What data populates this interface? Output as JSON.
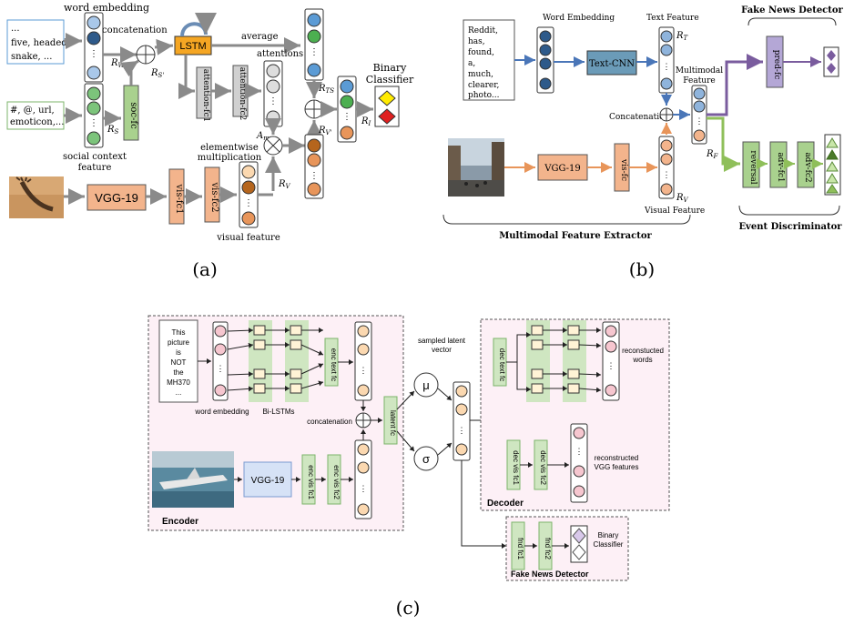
{
  "panel_a": {
    "caption": "(a)",
    "word_embedding_label": "word embedding",
    "input_words": [
      "...",
      "five, headed,",
      "snake, ..."
    ],
    "concatenation_label": "concatenation",
    "lstm_label": "LSTM",
    "average_label": "average",
    "attentions_label": "attentions",
    "attention_fc1": "attention-fc1",
    "attention_fc2": "attention-fc2",
    "social_input": [
      "#, @, url,",
      "emoticon,..."
    ],
    "soc_fc": "soc-fc",
    "social_context_label": [
      "social context",
      "feature"
    ],
    "r_w": "R_W",
    "r_s": "R_S",
    "r_sprime": "R_S'",
    "r_ts": "R_TS",
    "r_vprime": "R_V'",
    "r_i": "R_I",
    "r_v": "R_V",
    "a_m": "A_m",
    "elementwise_label": [
      "elementwise",
      "multiplication"
    ],
    "binary_classifier": [
      "Binary",
      "Classifier"
    ],
    "vgg": "VGG-19",
    "vis_fc1": "vis-fc1",
    "vis_fc2": "vis-fc2",
    "visual_feature_label": "visual feature"
  },
  "panel_b": {
    "caption": "(b)",
    "input_words": [
      "Reddit,",
      "has,",
      "found,",
      "a,",
      "much,",
      "clearer,",
      "photo..."
    ],
    "word_embedding_label": "Word Embedding",
    "text_feature_label": "Text Feature",
    "text_cnn": "Text-CNN",
    "r_t": "R_T",
    "multimodal_feature_label": [
      "Multimodal",
      "Feature"
    ],
    "concatenation_label": "Concatenation",
    "r_f": "R_F",
    "vgg": "VGG-19",
    "vis_fc": "vis-fc",
    "r_v": "R_V",
    "visual_feature_label": "Visual Feature",
    "extractor_label": "Multimodal Feature Extractor",
    "fake_news_detector_label": "Fake News Detector",
    "pred_fc": "pred-fc",
    "event_discriminator_label": "Event Discriminator",
    "reversal": "reversal",
    "adv_fc1": "adv-fc1",
    "adv_fc2": "adv-fc2"
  },
  "panel_c": {
    "caption": "(c)",
    "input_text": [
      "This",
      "picture",
      "is",
      "NOT",
      "the",
      "MH370",
      "..."
    ],
    "word_embedding_label": "word embedding",
    "bi_lstms_label": "Bi-LSTMs",
    "enc_text_fc": "enc text fc",
    "concatenation_label": "concatenation",
    "latent_fc": "latent fc",
    "mu": "μ",
    "sigma": "σ",
    "sampled_latent_label": [
      "sampled latent",
      "vector"
    ],
    "vgg": "VGG-19",
    "enc_vis_fc1": "enc vis fc1",
    "enc_vis_fc2": "enc vis fc2",
    "encoder_label": "Encoder",
    "dec_text_fc": "dec text fc",
    "reconstructed_words_label": [
      "reconstucted",
      "words"
    ],
    "dec_vis_fc1": "dec vis fc1",
    "dec_vis_fc2": "dec vis fc2",
    "reconstructed_vgg_label": [
      "reconstructed",
      "VGG features"
    ],
    "decoder_label": "Decoder",
    "fnd_fc1": "fnd fc1",
    "fnd_fc2": "fnd fc2",
    "binary_classifier": [
      "Binary",
      "Classifier"
    ],
    "fake_news_detector_label": "Fake News Detector"
  },
  "colors": {
    "gray_arrow": "#8a8a8a",
    "orange_box": "#f3b48c",
    "lstm_box": "#f5a623",
    "green_box": "#a9d18e",
    "purple_box": "#b4a7d6",
    "blue_arrow": "#4a76b8",
    "orange_arrow": "#e8955a",
    "green_arrow": "#8fbf5a",
    "purple_arrow": "#7a5c9e",
    "pink_panel": "#fdf0f6",
    "light_green": "#cfe6c1",
    "pink_circle": "#f6c6cf",
    "peach_circle": "#fbd8b0"
  }
}
